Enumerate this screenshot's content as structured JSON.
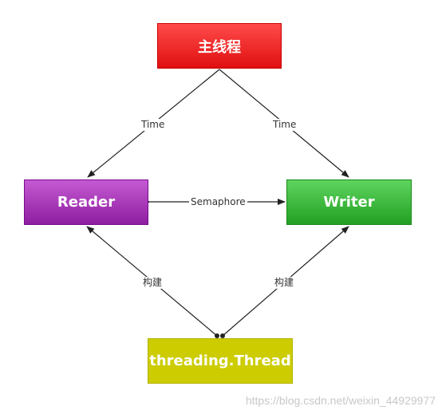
{
  "nodes": {
    "main": "主线程",
    "reader": "Reader",
    "writer": "Writer",
    "thread": "threading.Thread"
  },
  "edges": {
    "main_to_reader": "Time",
    "main_to_writer": "Time",
    "reader_writer": "Semaphore",
    "thread_to_reader": "构建",
    "thread_to_writer": "构建"
  },
  "watermark": "https://blog.csdn.net/weixin_44929977"
}
